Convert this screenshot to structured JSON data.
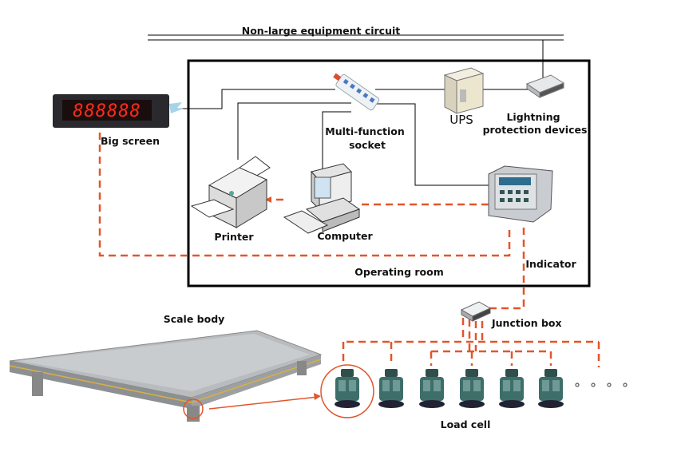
{
  "title": "Non-large equipment circuit",
  "labels": {
    "big_screen": "Big screen",
    "big_screen_digits": "888888",
    "multi_function_socket_line1": "Multi-function",
    "multi_function_socket_line2": "socket",
    "ups": "UPS",
    "lightning_line1": "Lightning",
    "lightning_line2": "protection devices",
    "printer": "Printer",
    "computer": "Computer",
    "indicator": "Indicator",
    "operating_room": "Operating room",
    "scale_body": "Scale body",
    "junction_box": "Junction box",
    "load_cell": "Load cell"
  },
  "colors": {
    "signal_line": "#e2562a",
    "power_line": "#000000",
    "digits": "#ff2a1a",
    "load_cell": "#3e6e6a"
  }
}
